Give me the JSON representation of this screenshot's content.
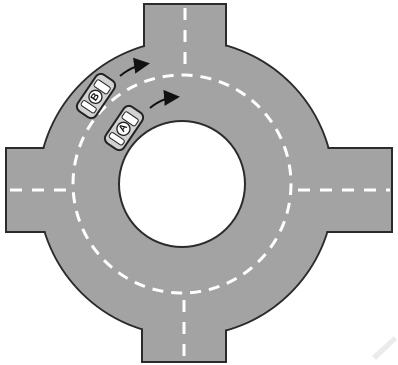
{
  "cars": [
    {
      "id": "car-a",
      "label": "A",
      "lane": "inner"
    },
    {
      "id": "car-b",
      "label": "B",
      "lane": "outer"
    }
  ],
  "colors": {
    "road": "#a3a3a3",
    "road_edge": "#2b2b2b",
    "lane_marking": "#ffffff",
    "background": "#ffffff",
    "car_body": "#d2d2d2",
    "car_outline": "#222222",
    "arrow": "#111111"
  }
}
